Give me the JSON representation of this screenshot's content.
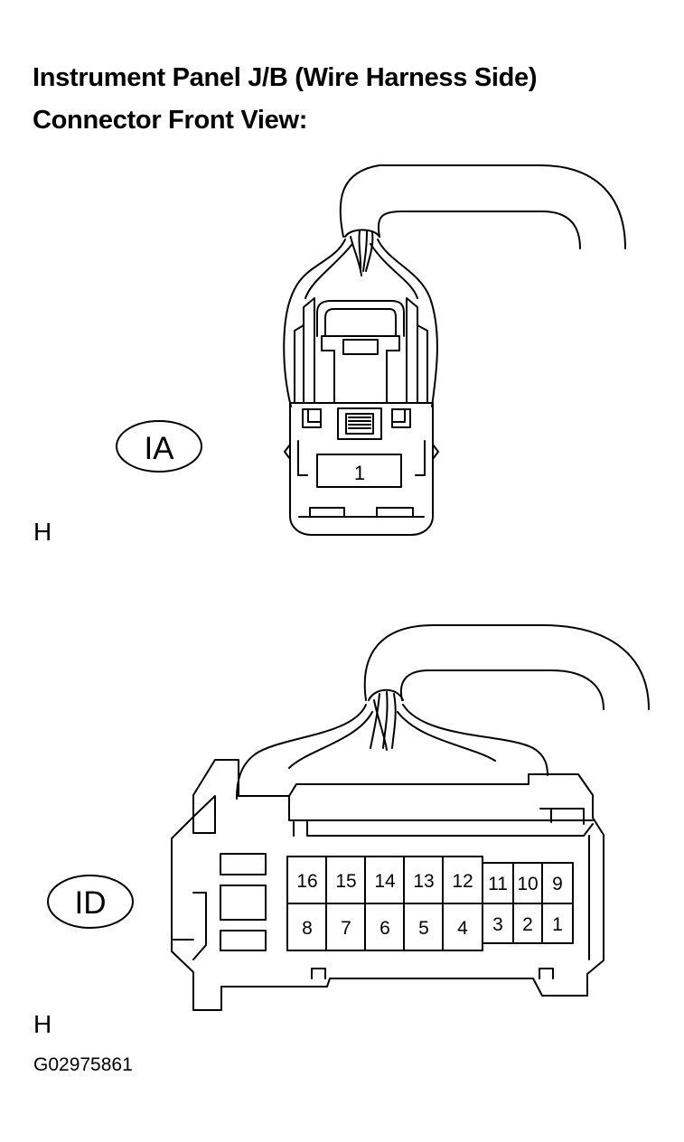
{
  "title": {
    "line1": "Instrument Panel J/B (Wire Harness Side)",
    "line2": "Connector Front View:"
  },
  "connectors": [
    {
      "id": "IA",
      "view_label": "H",
      "pins": [
        "1"
      ]
    },
    {
      "id": "ID",
      "view_label": "H",
      "pins_top_row": [
        "16",
        "15",
        "14",
        "13",
        "12",
        "11",
        "10",
        "9"
      ],
      "pins_bottom_row": [
        "8",
        "7",
        "6",
        "5",
        "4",
        "3",
        "2",
        "1"
      ]
    }
  ],
  "figure_code": "G02975861"
}
